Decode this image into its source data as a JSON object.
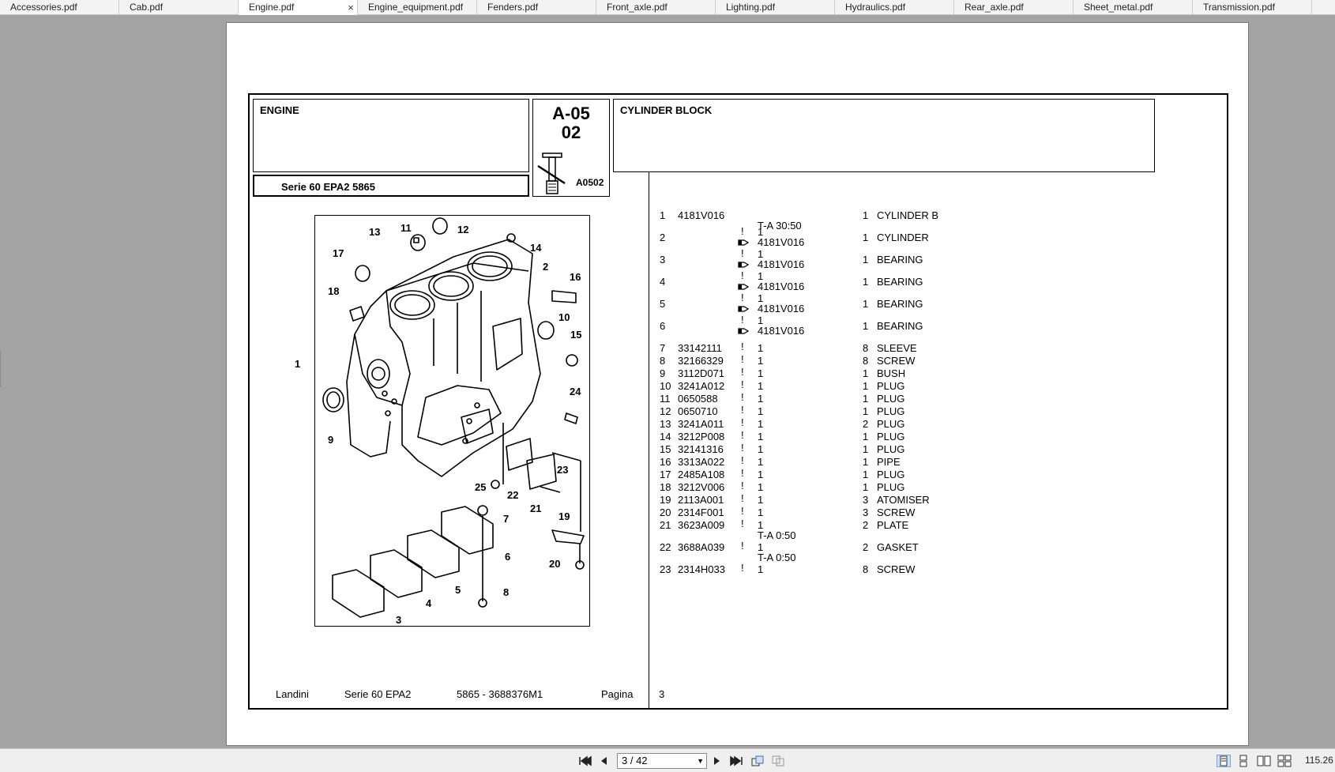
{
  "tabs": [
    {
      "label": "Accessories.pdf"
    },
    {
      "label": "Cab.pdf"
    },
    {
      "label": "Engine.pdf",
      "active": true,
      "close": "×"
    },
    {
      "label": "Engine_equipment.pdf"
    },
    {
      "label": "Fenders.pdf"
    },
    {
      "label": "Front_axle.pdf"
    },
    {
      "label": "Lighting.pdf"
    },
    {
      "label": "Hydraulics.pdf"
    },
    {
      "label": "Rear_axle.pdf"
    },
    {
      "label": "Sheet_metal.pdf"
    },
    {
      "label": "Transmission.pdf"
    }
  ],
  "document": {
    "group_title": "ENGINE",
    "series": "Serie 60 EPA2  5865",
    "ref_code_line1": "A-05",
    "ref_code_line2": "02",
    "ref_image_code": "A0502",
    "section_title": "CYLINDER BLOCK",
    "callouts": [
      "1",
      "2",
      "3",
      "4",
      "5",
      "6",
      "7",
      "8",
      "9",
      "10",
      "11",
      "12",
      "13",
      "14",
      "15",
      "16",
      "17",
      "18",
      "19",
      "20",
      "21",
      "22",
      "23",
      "24",
      "25"
    ],
    "parts": [
      {
        "ref": "1",
        "code": "4181V016",
        "mark": "",
        "note_line1": "",
        "note_line2": "T-A 30:50",
        "qty": "1",
        "desc": "CYLINDER B"
      },
      {
        "ref": "2",
        "code": "",
        "mark": "!",
        "note_line1": "1",
        "note_line2": "4181V016",
        "qty": "1",
        "desc": "CYLINDER"
      },
      {
        "ref": "3",
        "code": "",
        "mark": "!",
        "note_line1": "1",
        "note_line2": "4181V016",
        "qty": "1",
        "desc": "BEARING"
      },
      {
        "ref": "4",
        "code": "",
        "mark": "!",
        "note_line1": "1",
        "note_line2": "4181V016",
        "qty": "1",
        "desc": "BEARING"
      },
      {
        "ref": "5",
        "code": "",
        "mark": "!",
        "note_line1": "1",
        "note_line2": "4181V016",
        "qty": "1",
        "desc": "BEARING"
      },
      {
        "ref": "6",
        "code": "",
        "mark": "!",
        "note_line1": "1",
        "note_line2": "4181V016",
        "qty": "1",
        "desc": "BEARING"
      },
      {
        "ref": "7",
        "code": "33142111",
        "mark": "!",
        "note_line1": "1",
        "note_line2": "",
        "qty": "8",
        "desc": "SLEEVE"
      },
      {
        "ref": "8",
        "code": "32166329",
        "mark": "!",
        "note_line1": "1",
        "note_line2": "",
        "qty": "8",
        "desc": "SCREW"
      },
      {
        "ref": "9",
        "code": "3112D071",
        "mark": "!",
        "note_line1": "1",
        "note_line2": "",
        "qty": "1",
        "desc": "BUSH"
      },
      {
        "ref": "10",
        "code": "3241A012",
        "mark": "!",
        "note_line1": "1",
        "note_line2": "",
        "qty": "1",
        "desc": "PLUG"
      },
      {
        "ref": "11",
        "code": "0650588",
        "mark": "!",
        "note_line1": "1",
        "note_line2": "",
        "qty": "1",
        "desc": "PLUG"
      },
      {
        "ref": "12",
        "code": "0650710",
        "mark": "!",
        "note_line1": "1",
        "note_line2": "",
        "qty": "1",
        "desc": "PLUG"
      },
      {
        "ref": "13",
        "code": "3241A011",
        "mark": "!",
        "note_line1": "1",
        "note_line2": "",
        "qty": "2",
        "desc": "PLUG"
      },
      {
        "ref": "14",
        "code": "3212P008",
        "mark": "!",
        "note_line1": "1",
        "note_line2": "",
        "qty": "1",
        "desc": "PLUG"
      },
      {
        "ref": "15",
        "code": "32141316",
        "mark": "!",
        "note_line1": "1",
        "note_line2": "",
        "qty": "1",
        "desc": "PLUG"
      },
      {
        "ref": "16",
        "code": "3313A022",
        "mark": "!",
        "note_line1": "1",
        "note_line2": "",
        "qty": "1",
        "desc": "PIPE"
      },
      {
        "ref": "17",
        "code": "2485A108",
        "mark": "!",
        "note_line1": "1",
        "note_line2": "",
        "qty": "1",
        "desc": "PLUG"
      },
      {
        "ref": "18",
        "code": "3212V006",
        "mark": "!",
        "note_line1": "1",
        "note_line2": "",
        "qty": "1",
        "desc": "PLUG"
      },
      {
        "ref": "19",
        "code": "2113A001",
        "mark": "!",
        "note_line1": "1",
        "note_line2": "",
        "qty": "3",
        "desc": "ATOMISER"
      },
      {
        "ref": "20",
        "code": "2314F001",
        "mark": "!",
        "note_line1": "1",
        "note_line2": "",
        "qty": "3",
        "desc": "SCREW"
      },
      {
        "ref": "21",
        "code": "3623A009",
        "mark": "!",
        "note_line1": "1",
        "note_line2": "T-A 0:50",
        "qty": "2",
        "desc": "PLATE"
      },
      {
        "ref": "22",
        "code": "3688A039",
        "mark": "!",
        "note_line1": "1",
        "note_line2": "T-A 0:50",
        "qty": "2",
        "desc": "GASKET"
      },
      {
        "ref": "23",
        "code": "2314H033",
        "mark": "!",
        "note_line1": "1",
        "note_line2": "",
        "qty": "8",
        "desc": "SCREW"
      }
    ],
    "footer": {
      "brand": "Landini",
      "series": "Serie 60 EPA2",
      "doc_code": "5865  - 3688376M1",
      "page_label": "Pagina",
      "page_number": "3"
    }
  },
  "statusbar": {
    "page_indicator": "3 / 42",
    "zoom": "115.26"
  }
}
